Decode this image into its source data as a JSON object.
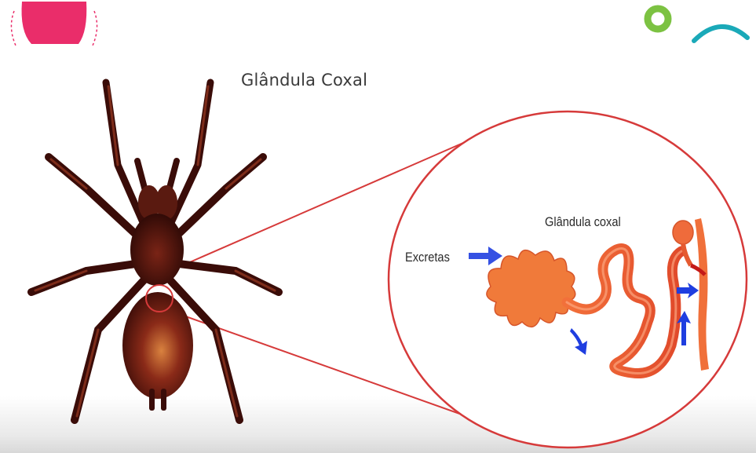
{
  "diagram": {
    "title": "Glândula Coxal",
    "inset_label": "Glândula coxal",
    "arrow_label": "Excretas"
  },
  "colors": {
    "slide_pink": "#ea2d6a",
    "slide_green": "#7cc242",
    "slide_teal": "#1aa9b8",
    "callout_red": "#d63a3a",
    "spider_dark": "#3a0c08",
    "spider_red": "#8a2a18",
    "gland_orange": "#f07a3a",
    "flow_blue": "#1f3ee0"
  },
  "icons": [
    "pink-blob-decoration",
    "green-ring-decoration",
    "teal-arc-decoration"
  ]
}
